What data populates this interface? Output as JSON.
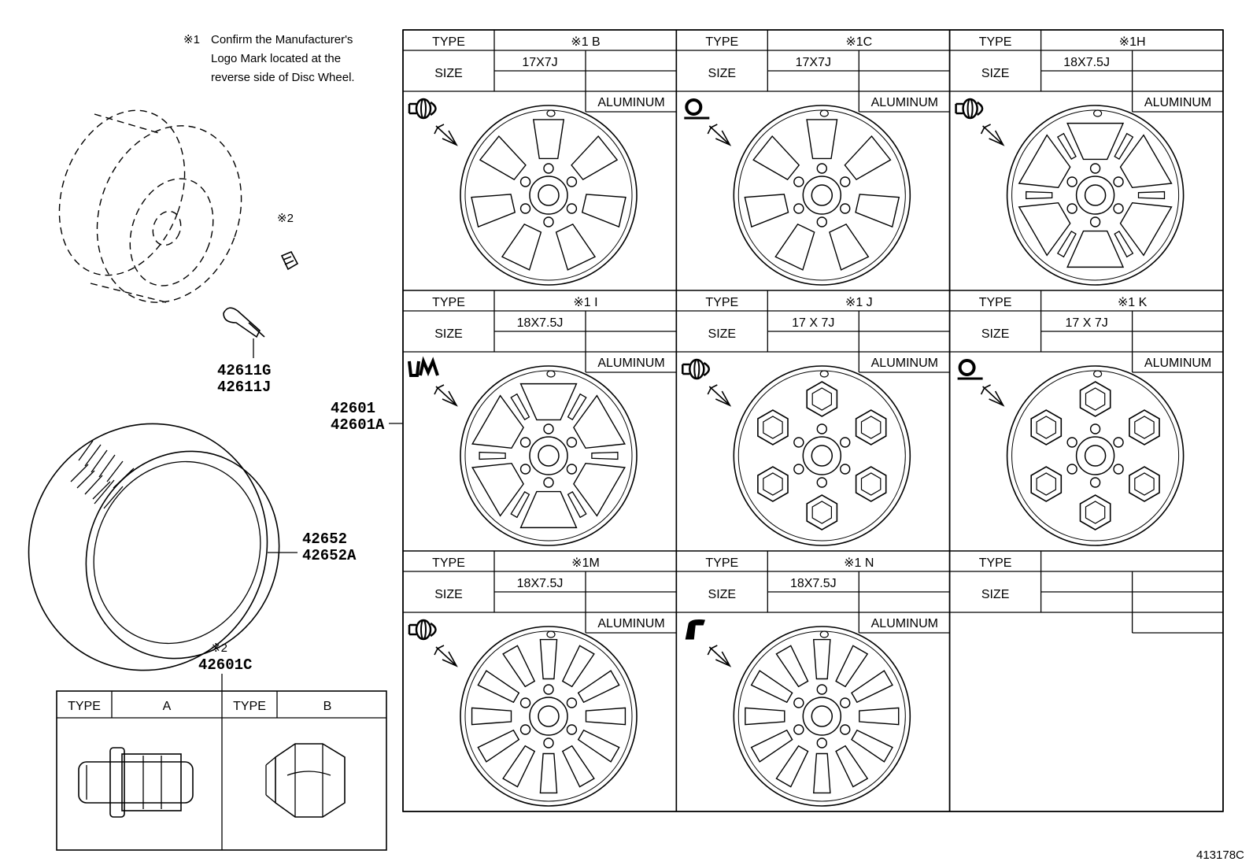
{
  "note": {
    "mark": "※1",
    "lines": [
      "Confirm the Manufacturer's",
      "Logo Mark located at the",
      "reverse side of Disc Wheel."
    ]
  },
  "left_labels": {
    "valve_cap_ref": "※2",
    "valve_parts": [
      "42611G",
      "42611J"
    ],
    "wheel_parts": [
      "42601",
      "42601A"
    ],
    "tire_parts": [
      "42652",
      "42652A"
    ],
    "nut_ref": "※2",
    "nut_part": "42601C"
  },
  "nut_table": {
    "header_label": "TYPE",
    "types": [
      "A",
      "B"
    ]
  },
  "wheel_table": {
    "type_label": "TYPE",
    "size_label": "SIZE",
    "cells": [
      {
        "type": "※1 B",
        "size": "17X7J",
        "material": "ALUMINUM",
        "logo": "toyota-logo-icon",
        "style": "7-spoke"
      },
      {
        "type": "※1C",
        "size": "17X7J",
        "material": "ALUMINUM",
        "logo": "q-logo-icon",
        "style": "7-spoke"
      },
      {
        "type": "※1H",
        "size": "18X7.5J",
        "material": "ALUMINUM",
        "logo": "toyota-logo-icon",
        "style": "6-split"
      },
      {
        "type": "※1 I",
        "size": "18X7.5J",
        "material": "ALUMINUM",
        "logo": "um-logo-icon",
        "style": "6-split"
      },
      {
        "type": "※1 J",
        "size": "17 X 7J",
        "material": "ALUMINUM",
        "logo": "toyota-logo-icon",
        "style": "6-hex"
      },
      {
        "type": "※1 K",
        "size": "17 X 7J",
        "material": "ALUMINUM",
        "logo": "q-logo-icon",
        "style": "6-hex"
      },
      {
        "type": "※1M",
        "size": "18X7.5J",
        "material": "ALUMINUM",
        "logo": "toyota-logo-icon",
        "style": "12-window"
      },
      {
        "type": "※1 N",
        "size": "18X7.5J",
        "material": "ALUMINUM",
        "logo": "boot-logo-icon",
        "style": "12-window"
      },
      {
        "type": "",
        "size": "",
        "material": "",
        "logo": "",
        "style": "none"
      }
    ]
  },
  "figure_id": "413178C"
}
